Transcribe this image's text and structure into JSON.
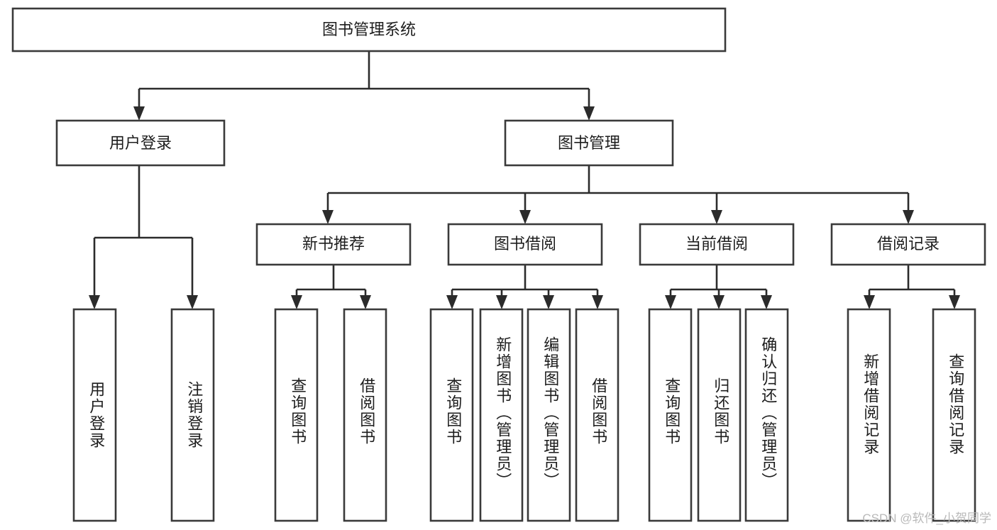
{
  "diagram": {
    "type": "tree-hierarchy",
    "title": "图书管理系统",
    "orientation": "top-down",
    "watermark": "CSDN @软件_小贺同学",
    "colors": {
      "background": "#ffffff",
      "box_stroke": "#3a3a3a",
      "connector": "#2b2b2b",
      "text": "#1d1d1d",
      "watermark": "#b9b9b9"
    },
    "root": {
      "id": "root",
      "label": "图书管理系统",
      "text_orientation": "horizontal"
    },
    "level2": [
      {
        "id": "user-login",
        "label": "用户登录",
        "text_orientation": "horizontal"
      },
      {
        "id": "book-management",
        "label": "图书管理",
        "text_orientation": "horizontal"
      }
    ],
    "level3": [
      {
        "id": "new-book-recommend",
        "label": "新书推荐",
        "parent": "book-management",
        "text_orientation": "horizontal"
      },
      {
        "id": "book-borrow",
        "label": "图书借阅",
        "parent": "book-management",
        "text_orientation": "horizontal"
      },
      {
        "id": "current-borrow",
        "label": "当前借阅",
        "parent": "book-management",
        "text_orientation": "horizontal"
      },
      {
        "id": "borrow-record",
        "label": "借阅记录",
        "parent": "book-management",
        "text_orientation": "horizontal"
      }
    ],
    "leaves": [
      {
        "id": "leaf-user-login",
        "label": "用户登录",
        "parent": "user-login",
        "text_orientation": "vertical"
      },
      {
        "id": "leaf-logout-login",
        "label": "注销登录",
        "parent": "user-login",
        "text_orientation": "vertical"
      },
      {
        "id": "leaf-query-book-1",
        "label": "查询图书",
        "parent": "new-book-recommend",
        "text_orientation": "vertical"
      },
      {
        "id": "leaf-borrow-book-1",
        "label": "借阅图书",
        "parent": "new-book-recommend",
        "text_orientation": "vertical"
      },
      {
        "id": "leaf-query-book-2",
        "label": "查询图书",
        "parent": "book-borrow",
        "text_orientation": "vertical"
      },
      {
        "id": "leaf-add-book",
        "label": "新增图书（管理员）",
        "parent": "book-borrow",
        "text_orientation": "vertical"
      },
      {
        "id": "leaf-edit-book",
        "label": "编辑图书（管理员）",
        "parent": "book-borrow",
        "text_orientation": "vertical"
      },
      {
        "id": "leaf-borrow-book-2",
        "label": "借阅图书",
        "parent": "book-borrow",
        "text_orientation": "vertical"
      },
      {
        "id": "leaf-query-book-3",
        "label": "查询图书",
        "parent": "current-borrow",
        "text_orientation": "vertical"
      },
      {
        "id": "leaf-return-book",
        "label": "归还图书",
        "parent": "current-borrow",
        "text_orientation": "vertical"
      },
      {
        "id": "leaf-confirm-return",
        "label": "确认归还（管理员）",
        "parent": "current-borrow",
        "text_orientation": "vertical"
      },
      {
        "id": "leaf-add-record",
        "label": "新增借阅记录",
        "parent": "borrow-record",
        "text_orientation": "vertical"
      },
      {
        "id": "leaf-query-record",
        "label": "查询借阅记录",
        "parent": "borrow-record",
        "text_orientation": "vertical"
      }
    ]
  }
}
